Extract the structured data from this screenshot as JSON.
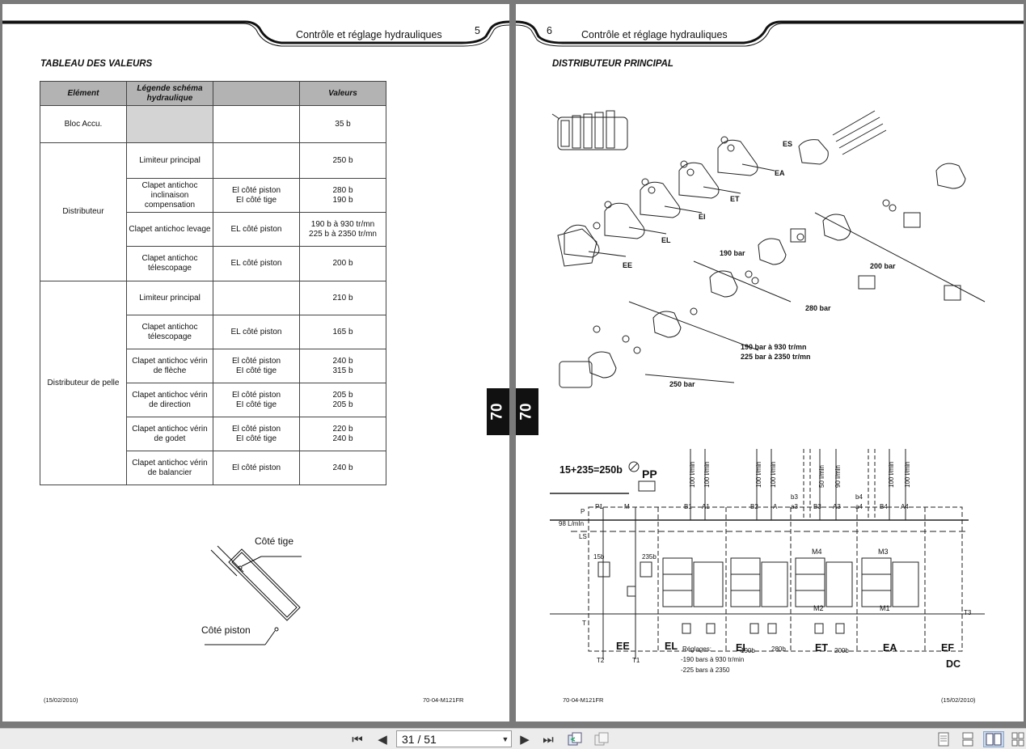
{
  "left_page": {
    "header_title": "Contrôle et réglage hydrauliques",
    "page_number": "5",
    "section_title": "TABLEAU DES VALEURS",
    "table": {
      "headers": [
        "Elément",
        "Légende schéma hydraulique",
        "",
        "Valeurs"
      ],
      "bloc": {
        "element": "Bloc Accu.",
        "value": "35 b"
      },
      "distributeur": {
        "element": "Distributeur",
        "rows": [
          {
            "legend": "Limiteur principal",
            "side": "",
            "value": "250 b"
          },
          {
            "legend": "Clapet antichoc inclinaison compensation",
            "side": "El côté piston\nEI côté tige",
            "value": "280 b\n190 b"
          },
          {
            "legend": "Clapet antichoc levage",
            "side": "EL côté piston",
            "value": "190 b à 930 tr/mn\n225 b à 2350 tr/mn"
          },
          {
            "legend": "Clapet antichoc télescopage",
            "side": "EL côté piston",
            "value": "200 b"
          }
        ]
      },
      "pelle": {
        "element": "Distributeur de pelle",
        "rows": [
          {
            "legend": "Limiteur principal",
            "side": "",
            "value": "210 b"
          },
          {
            "legend": "Clapet antichoc télescopage",
            "side": "EL côté piston",
            "value": "165 b"
          },
          {
            "legend": "Clapet antichoc vérin de flèche",
            "side": "El côté piston\nEI côté tige",
            "value": "240 b\n315 b"
          },
          {
            "legend": "Clapet antichoc vérin de direction",
            "side": "El côté piston\nEI côté tige",
            "value": "205 b\n205 b"
          },
          {
            "legend": "Clapet antichoc vérin de godet",
            "side": "El côté piston\nEI côté tige",
            "value": "220 b\n240 b"
          },
          {
            "legend": "Clapet antichoc vérin de balancier",
            "side": "El côté piston",
            "value": "240 b"
          }
        ]
      }
    },
    "cylinder": {
      "rod_label": "Côté tige",
      "piston_label": "Côté piston"
    },
    "footer_left": "(15/02/2010)",
    "footer_right": "70-04-M121FR",
    "tab_label": "70"
  },
  "right_page": {
    "header_title": "Contrôle et réglage hydrauliques",
    "page_number": "6",
    "section_title": "DISTRIBUTEUR PRINCIPAL",
    "exploded": {
      "labels": [
        "ES",
        "EA",
        "ET",
        "EI",
        "EL",
        "EE"
      ],
      "callouts": [
        "190 bar",
        "200 bar",
        "280 bar",
        "190 bar à 930 tr/mn",
        "225 bar à 2350 tr/mn",
        "250 bar"
      ]
    },
    "schematic": {
      "pressure": "15+235=250b",
      "pump": "PP",
      "flow": "98 L/mIn",
      "ports_top": [
        "P1",
        "M",
        "B1",
        "A1",
        "B2",
        "A",
        "b3",
        "a3",
        "B3",
        "A3",
        "b4",
        "a4",
        "B4",
        "A4"
      ],
      "flows": [
        "100 l/min",
        "100 l/min",
        "100 l/min",
        "100 l/min",
        "50 l/min",
        "90 l/min",
        "100 l/min",
        "100 l/min"
      ],
      "left_ports": [
        "P",
        "LS",
        "T"
      ],
      "valves": [
        "15b",
        "235b"
      ],
      "gauges": [
        "M4",
        "M3",
        "M2",
        "M1"
      ],
      "sections": [
        "EE",
        "EL",
        "EI",
        "ET",
        "EA",
        "EF"
      ],
      "settings": [
        "190b",
        "280b",
        "200b"
      ],
      "reglages": [
        "Réglages:",
        "-190 bars à 930 tr/min",
        "-225 bars à 2350"
      ],
      "bottom_ports": [
        "T2",
        "T1"
      ],
      "t3": "T3",
      "dc": "DC"
    },
    "footer_left": "70-04-M121FR",
    "footer_right": "(15/02/2010)",
    "tab_label": "70"
  },
  "toolbar": {
    "page_indicator": "31 / 51"
  }
}
